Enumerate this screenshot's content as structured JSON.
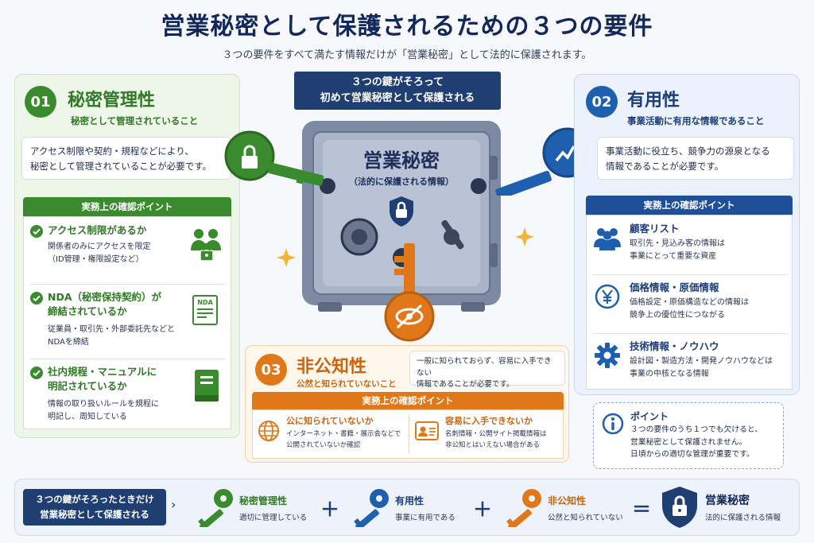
{
  "header": {
    "title": "営業秘密として保護されるための３つの要件",
    "subtitle": "３つの要件をすべて満たす情報だけが「営業秘密」として法的に保護されます。"
  },
  "banner": {
    "line1": "３つの鍵がそろって",
    "line2": "初めて営業秘密として保護される"
  },
  "safe": {
    "title": "営業秘密",
    "subtitle": "（法的に保護される情報）"
  },
  "req1": {
    "num": "01",
    "title": "秘密管理性",
    "subtitle": "秘密として管理されていること",
    "desc_line1": "アクセス制限や契約・規程などにより、",
    "desc_line2": "秘密として管理されていることが必要です。",
    "check_header": "実務上の確認ポイント",
    "points": [
      {
        "title_l1": "アクセス制限があるか",
        "title_l2": "",
        "desc_l1": "関係者のみにアクセスを限定",
        "desc_l2": "（ID管理・権限設定など）",
        "icon_label": ""
      },
      {
        "title_l1": "NDA（秘密保持契約）が",
        "title_l2": "締結されているか",
        "desc_l1": "従業員・取引先・外部委託先などと",
        "desc_l2": "NDAを締結",
        "icon_label": "NDA"
      },
      {
        "title_l1": "社内規程・マニュアルに",
        "title_l2": "明記されているか",
        "desc_l1": "情報の取り扱いルールを規程に",
        "desc_l2": "明記し、周知している",
        "icon_label": ""
      }
    ]
  },
  "req2": {
    "num": "02",
    "title": "有用性",
    "subtitle": "事業活動に有用な情報であること",
    "desc_line1": "事業活動に役立ち、競争力の源泉となる",
    "desc_line2": "情報であることが必要です。",
    "check_header": "実務上の確認ポイント",
    "points": [
      {
        "title": "顧客リスト",
        "desc_l1": "取引先・見込み客の情報は",
        "desc_l2": "事業にとって重要な資産"
      },
      {
        "title": "価格情報・原価情報",
        "desc_l1": "価格設定・原価構造などの情報は",
        "desc_l2": "競争上の優位性につながる"
      },
      {
        "title": "技術情報・ノウハウ",
        "desc_l1": "設計図・製造方法・開発ノウハウなどは",
        "desc_l2": "事業の中核となる情報"
      }
    ]
  },
  "req3": {
    "num": "03",
    "title": "非公知性",
    "subtitle": "公然と知られていないこと",
    "desc_line1": "一般に知られておらず、容易に入手できない",
    "desc_line2": "情報であることが必要です。",
    "check_header": "実務上の確認ポイント",
    "points": [
      {
        "title": "公に知られていないか",
        "desc_l1": "インターネット・書籍・展示会などで",
        "desc_l2": "公開されていないか確認"
      },
      {
        "title": "容易に入手できないか",
        "desc_l1": "名刺情報・公開サイト掲載情報は",
        "desc_l2": "非公知とはいえない場合がある"
      }
    ]
  },
  "point_note": {
    "label": "ポイント",
    "line1": "３つの要件のうち１つでも欠けると、",
    "line2": "営業秘密として保護されません。",
    "line3": "日頃からの適切な管理が重要です。"
  },
  "bottom": {
    "lead_l1": "３つの鍵がそろったときだけ",
    "lead_l2": "営業秘密として保護される",
    "k1_label": "秘密管理性",
    "k1_sub": "適切に管理している",
    "k2_label": "有用性",
    "k2_sub": "事業に有用である",
    "k3_label": "非公知性",
    "k3_sub": "公然と知られていない",
    "plus": "＋",
    "equals": "＝",
    "result_label": "営業秘密",
    "result_sub": "法的に保護される情報"
  },
  "colors": {
    "green": "#3a8a2e",
    "blue": "#1f5fb0",
    "orange": "#e0781a",
    "navy": "#1f3f73"
  },
  "icons": [
    "lock-icon",
    "users-icon",
    "document-icon",
    "book-icon",
    "chart-icon",
    "yen-icon",
    "gear-icon",
    "globe-icon",
    "id-card-icon",
    "eye-slash-icon",
    "key-icon",
    "shield-lock-icon",
    "info-icon",
    "check-icon",
    "sparkle-icon"
  ]
}
